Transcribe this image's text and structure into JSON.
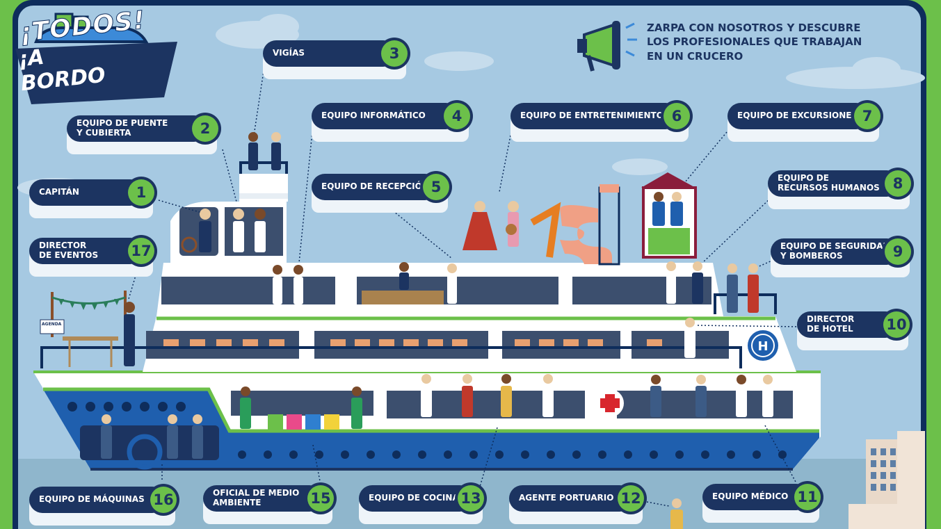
{
  "title": {
    "line1": "¡TODOS!",
    "line2": "¡A BORDO"
  },
  "slogan": "ZARPA CON NOSOTROS Y DESCUBRE LOS PROFESIONALES QUE TRABAJAN EN UN CRUCERO",
  "labels": [
    {
      "text": "VIGÍAS",
      "num": "3"
    },
    {
      "text": "EQUIPO DE PUENTE\nY CUBIERTA",
      "num": "2"
    },
    {
      "text": "EQUIPO INFORMÁTICO",
      "num": "4"
    },
    {
      "text": "EQUIPO DE ENTRETENIMIENTO",
      "num": "6"
    },
    {
      "text": "EQUIPO DE EXCURSIONES",
      "num": "7"
    },
    {
      "text": "CAPITÁN",
      "num": "1"
    },
    {
      "text": "EQUIPO DE RECEPCIÓN",
      "num": "5"
    },
    {
      "text": "EQUIPO DE\nRECURSOS HUMANOS",
      "num": "8"
    },
    {
      "text": "DIRECTOR\nDE EVENTOS",
      "num": "17"
    },
    {
      "text": "EQUIPO DE SEGURIDAD\nY BOMBEROS",
      "num": "9"
    },
    {
      "text": "DIRECTOR\nDE HOTEL",
      "num": "10"
    },
    {
      "text": "EQUIPO DE MÁQUINAS",
      "num": "16"
    },
    {
      "text": "OFICIAL DE MEDIO\nAMBIENTE",
      "num": "15"
    },
    {
      "text": "EQUIPO DE COCINA",
      "num": "13"
    },
    {
      "text": "AGENTE PORTUARIO",
      "num": "12"
    },
    {
      "text": "EQUIPO MÉDICO",
      "num": "11"
    }
  ],
  "agenda_sign": "AGENDA",
  "colors": {
    "navy": "#1c3461",
    "green": "#6cc04a",
    "sky": "#a6c9e2",
    "hull_blue": "#1f5fae",
    "white": "#ffffff"
  }
}
